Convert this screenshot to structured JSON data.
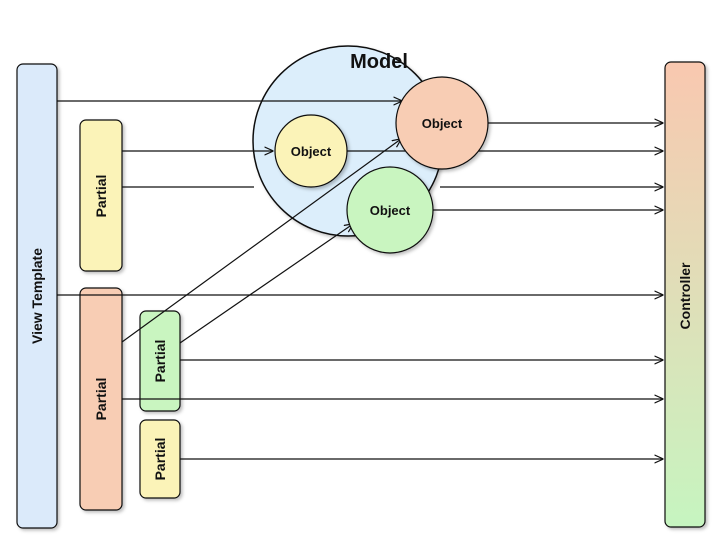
{
  "diagram": {
    "model_label": "Model",
    "view_template_label": "View Template",
    "controller_label": "Controller",
    "partial_label": "Partial",
    "object_label": "Object"
  },
  "colors": {
    "model_fill": "#dceefb",
    "view_template_fill": "#dbeafa",
    "partial_yellow": "#fbf3b8",
    "partial_salmon": "#f8cdb4",
    "partial_green": "#c9f5c0",
    "object_yellow": "#fbf3b8",
    "object_salmon": "#f8cdb4",
    "object_green": "#c9f5c0",
    "controller_top": "#f9c8b0",
    "controller_bottom": "#c6f5c0"
  }
}
